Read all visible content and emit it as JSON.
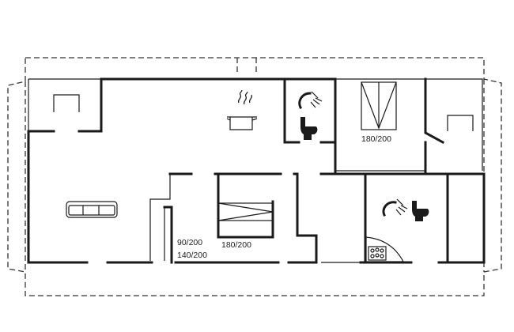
{
  "plan": {
    "labels": {
      "bed_main": "180/200",
      "bed_mid": "180/200",
      "bunk_top": "90/200",
      "bunk_bottom": "140/200"
    },
    "icons": {
      "kitchen": "cooking-pot-icon",
      "sofa": "sofa-icon",
      "shower": "shower-icon",
      "toilet": "toilet-icon",
      "sauna": "sauna-stove-icon",
      "chimney": "chimney-icon"
    },
    "colors": {
      "wall": "#1a1a1a",
      "outline": "#333333",
      "background": "#ffffff"
    }
  }
}
